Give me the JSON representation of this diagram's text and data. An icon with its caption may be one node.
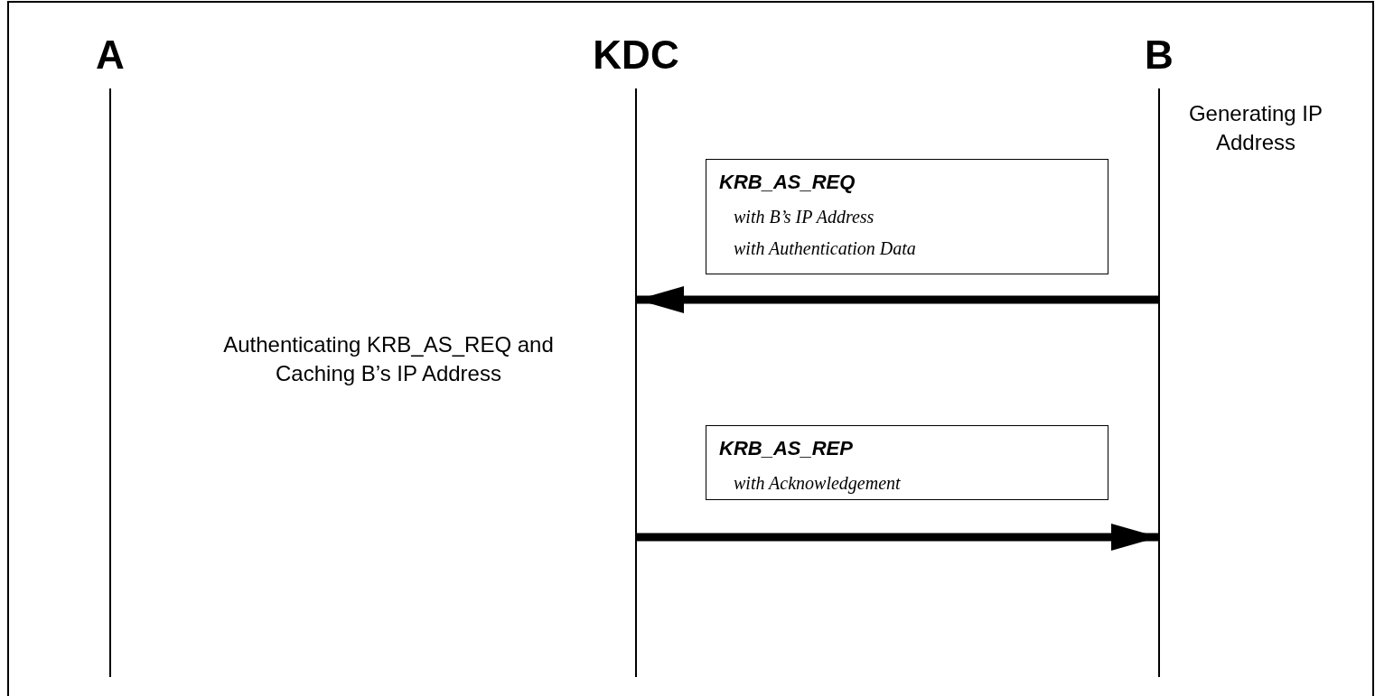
{
  "diagram": {
    "nodes": [
      {
        "text": [
          "A"
        ]
      },
      {
        "text": [
          "KDC"
        ]
      },
      {
        "text": [
          "B"
        ]
      },
      {
        "text": [],
        "shape": "bar"
      },
      {
        "text": [],
        "shape": "bar"
      },
      {
        "text": [],
        "shape": "bar"
      },
      {
        "text": [
          "KRB_AS_REQ",
          "with B’s IP Address",
          "with Authentication Data"
        ]
      },
      {
        "text": [
          "KRB_AS_REP",
          "with Acknowledgement"
        ]
      }
    ],
    "edges": [
      {
        "from": 5,
        "to": 4,
        "arrow": "to"
      },
      {
        "from": 4,
        "to": 5,
        "arrow": "to"
      }
    ],
    "labels": [
      "Generating IP Address",
      "Authenticating KRB_AS_REQ and Caching B’s IP Address"
    ]
  }
}
